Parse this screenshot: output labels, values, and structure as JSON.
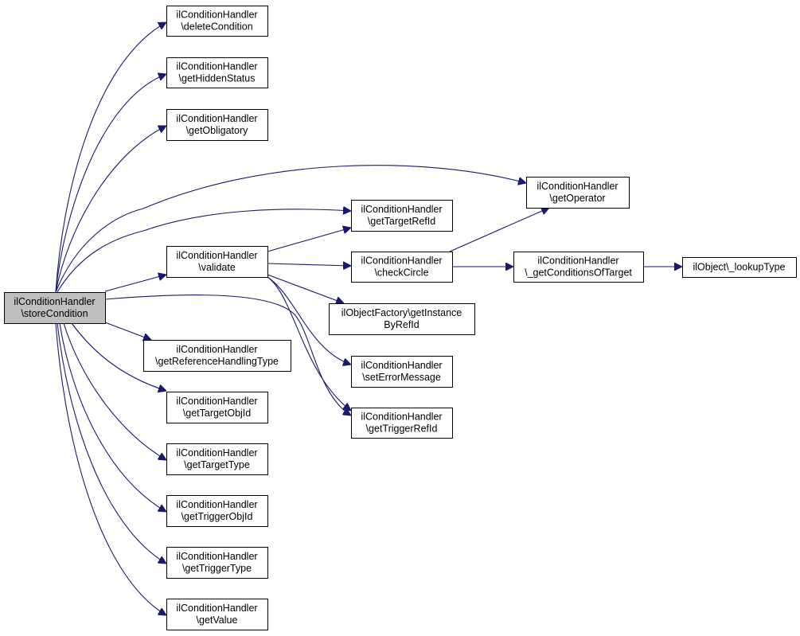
{
  "graph": {
    "colors": {
      "edge": "#191970",
      "root_fill": "#bfbfbf",
      "node_fill": "#ffffff",
      "border": "#000000"
    },
    "nodes": [
      {
        "id": "storeCondition",
        "lines": [
          "ilConditionHandler",
          "\\storeCondition"
        ],
        "root": true
      },
      {
        "id": "deleteCondition",
        "lines": [
          "ilConditionHandler",
          "\\deleteCondition"
        ]
      },
      {
        "id": "getHiddenStatus",
        "lines": [
          "ilConditionHandler",
          "\\getHiddenStatus"
        ]
      },
      {
        "id": "getObligatory",
        "lines": [
          "ilConditionHandler",
          "\\getObligatory"
        ]
      },
      {
        "id": "getOperator",
        "lines": [
          "ilConditionHandler",
          "\\getOperator"
        ]
      },
      {
        "id": "getTargetRefId",
        "lines": [
          "ilConditionHandler",
          "\\getTargetRefId"
        ]
      },
      {
        "id": "validate",
        "lines": [
          "ilConditionHandler",
          "\\validate"
        ]
      },
      {
        "id": "checkCircle",
        "lines": [
          "ilConditionHandler",
          "\\checkCircle"
        ]
      },
      {
        "id": "getConditionsOfTarget",
        "lines": [
          "ilConditionHandler",
          "\\_getConditionsOfTarget"
        ]
      },
      {
        "id": "lookupType",
        "lines": [
          "ilObject\\_lookupType"
        ]
      },
      {
        "id": "getInstanceByRefId",
        "lines": [
          "ilObjectFactory\\getInstance",
          "ByRefId"
        ]
      },
      {
        "id": "getReferenceHandlingType",
        "lines": [
          "ilConditionHandler",
          "\\getReferenceHandlingType"
        ]
      },
      {
        "id": "setErrorMessage",
        "lines": [
          "ilConditionHandler",
          "\\setErrorMessage"
        ]
      },
      {
        "id": "getTargetObjId",
        "lines": [
          "ilConditionHandler",
          "\\getTargetObjId"
        ]
      },
      {
        "id": "getTriggerRefId",
        "lines": [
          "ilConditionHandler",
          "\\getTriggerRefId"
        ]
      },
      {
        "id": "getTargetType",
        "lines": [
          "ilConditionHandler",
          "\\getTargetType"
        ]
      },
      {
        "id": "getTriggerObjId",
        "lines": [
          "ilConditionHandler",
          "\\getTriggerObjId"
        ]
      },
      {
        "id": "getTriggerType",
        "lines": [
          "ilConditionHandler",
          "\\getTriggerType"
        ]
      },
      {
        "id": "getValue",
        "lines": [
          "ilConditionHandler",
          "\\getValue"
        ]
      }
    ],
    "edges": [
      {
        "from": "storeCondition",
        "to": "deleteCondition"
      },
      {
        "from": "storeCondition",
        "to": "getHiddenStatus"
      },
      {
        "from": "storeCondition",
        "to": "getObligatory"
      },
      {
        "from": "storeCondition",
        "to": "getOperator"
      },
      {
        "from": "storeCondition",
        "to": "getTargetRefId"
      },
      {
        "from": "storeCondition",
        "to": "validate"
      },
      {
        "from": "storeCondition",
        "to": "getTriggerRefId"
      },
      {
        "from": "storeCondition",
        "to": "getReferenceHandlingType"
      },
      {
        "from": "storeCondition",
        "to": "getTargetObjId"
      },
      {
        "from": "storeCondition",
        "to": "getTargetType"
      },
      {
        "from": "storeCondition",
        "to": "getTriggerObjId"
      },
      {
        "from": "storeCondition",
        "to": "getTriggerType"
      },
      {
        "from": "storeCondition",
        "to": "getValue"
      },
      {
        "from": "validate",
        "to": "getTargetRefId"
      },
      {
        "from": "validate",
        "to": "checkCircle"
      },
      {
        "from": "validate",
        "to": "getInstanceByRefId"
      },
      {
        "from": "validate",
        "to": "setErrorMessage"
      },
      {
        "from": "validate",
        "to": "getTriggerRefId"
      },
      {
        "from": "checkCircle",
        "to": "getOperator"
      },
      {
        "from": "checkCircle",
        "to": "getConditionsOfTarget"
      },
      {
        "from": "getConditionsOfTarget",
        "to": "lookupType"
      }
    ]
  }
}
